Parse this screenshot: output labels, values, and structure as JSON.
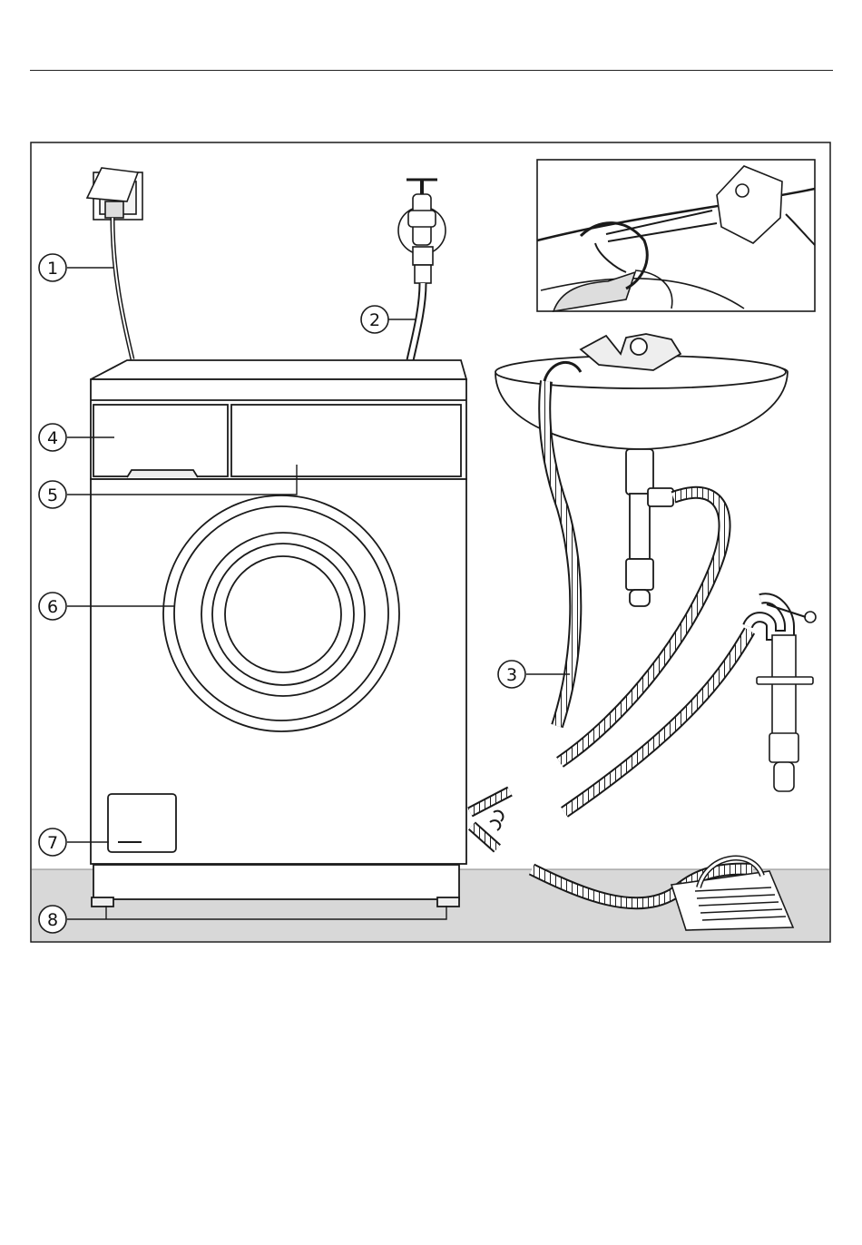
{
  "callouts": [
    {
      "id": 1,
      "text": "1"
    },
    {
      "id": 2,
      "text": "2"
    },
    {
      "id": 3,
      "text": "3"
    },
    {
      "id": 4,
      "text": "4"
    },
    {
      "id": 5,
      "text": "5"
    },
    {
      "id": 6,
      "text": "6"
    },
    {
      "id": 7,
      "text": "7"
    },
    {
      "id": 8,
      "text": "8"
    }
  ],
  "colors": {
    "line": "#1a1a1a",
    "floor": "#d8d8d8",
    "background": "#ffffff"
  },
  "icons": [
    "power-socket-icon",
    "water-tap-icon",
    "washing-machine-icon",
    "wash-basin-icon",
    "drain-hose-icon",
    "floor-drain-icon"
  ]
}
